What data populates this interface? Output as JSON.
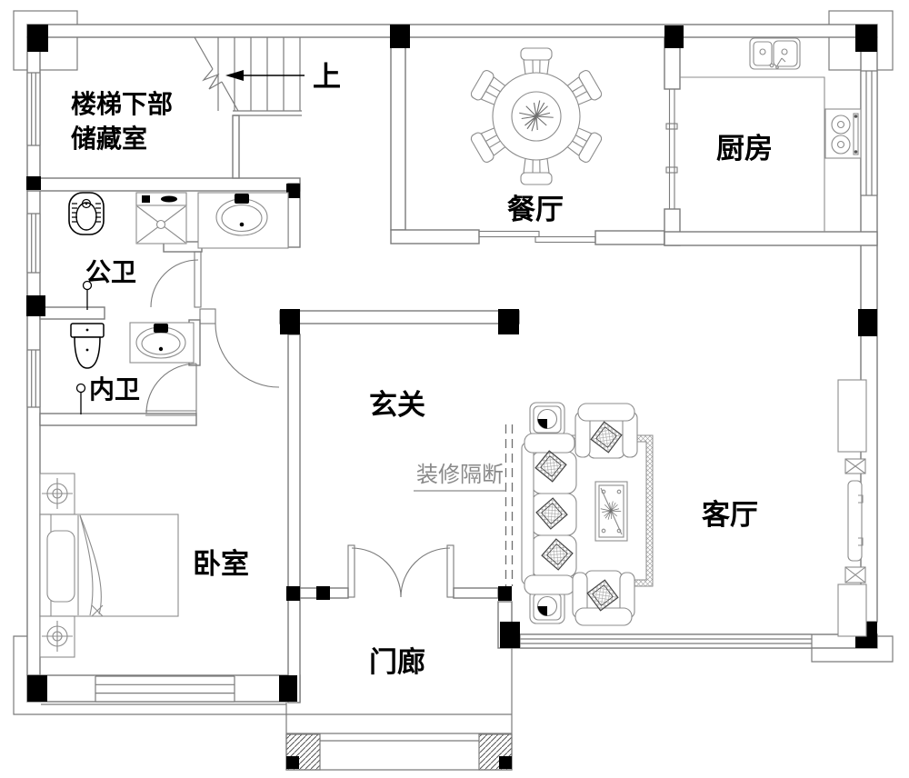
{
  "drawing": {
    "type": "residential-floor-plan",
    "colors": {
      "background": "#ffffff",
      "wall_line": "#7b7b7b",
      "furniture_line": "#8c8c8c",
      "column_fill": "#000000",
      "label_text": "#000000",
      "partition_text": "#8a8a8a"
    }
  },
  "rooms": {
    "storage": {
      "label_line1": "楼梯下部",
      "label_line2": "储藏室"
    },
    "stairs": {
      "up_label": "上"
    },
    "dining": {
      "label": "餐厅"
    },
    "kitchen": {
      "label": "厨房"
    },
    "public_bath": {
      "label": "公卫"
    },
    "private_bath": {
      "label": "内卫"
    },
    "entry_hall": {
      "label": "玄关"
    },
    "partition": {
      "label": "装修隔断"
    },
    "bedroom": {
      "label": "卧室"
    },
    "living_room": {
      "label": "客厅"
    },
    "porch": {
      "label": "门廊"
    }
  }
}
